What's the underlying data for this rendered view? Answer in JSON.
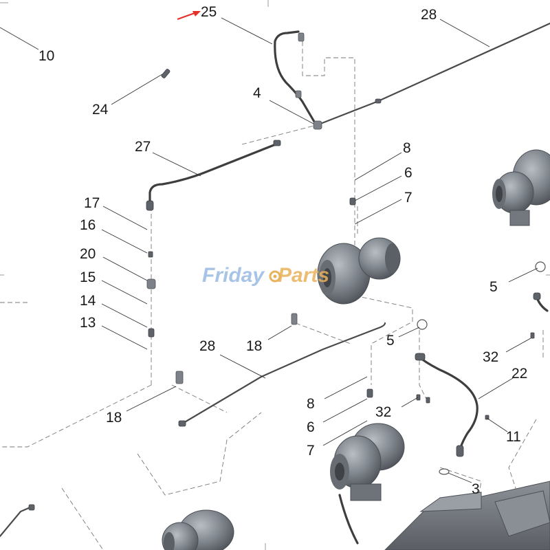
{
  "callouts": {
    "c25": "25",
    "c28_top": "28",
    "c10": "10",
    "c24": "24",
    "c4": "4",
    "c27": "27",
    "c8_top": "8",
    "c6_top": "6",
    "c7_top": "7",
    "c17": "17",
    "c16": "16",
    "c20": "20",
    "c15": "15",
    "c14": "14",
    "c13": "13",
    "c5_right": "5",
    "c18_mid": "18",
    "c28_mid": "28",
    "c5_mid": "5",
    "c32_right": "32",
    "c22": "22",
    "c18_low": "18",
    "c8_low": "8",
    "c32_low": "32",
    "c6_low": "6",
    "c11": "11",
    "c7_low": "7",
    "c3": "3"
  },
  "watermark": {
    "part1": "Friday",
    "part2": "Parts"
  },
  "colors": {
    "arrow": "#e8302a",
    "part_fill": "#7d8288",
    "watermark_blue": "#8fb4df",
    "watermark_orange": "#e9b15a"
  }
}
